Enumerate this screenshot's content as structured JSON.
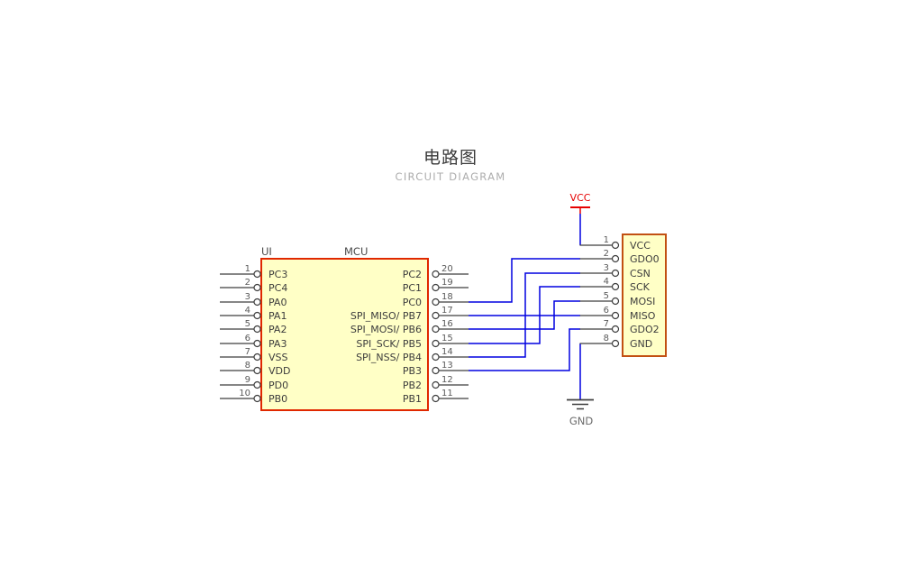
{
  "title": {
    "zh": "电路图",
    "en": "CIRCUIT DIAGRAM"
  },
  "power": {
    "vcc": "VCC",
    "gnd": "GND"
  },
  "mcu": {
    "designator": "UI",
    "name": "MCU",
    "left_pins": [
      {
        "number": "1",
        "label": "PC3"
      },
      {
        "number": "2",
        "label": "PC4"
      },
      {
        "number": "3",
        "label": "PA0"
      },
      {
        "number": "4",
        "label": "PA1"
      },
      {
        "number": "5",
        "label": "PA2"
      },
      {
        "number": "6",
        "label": "PA3"
      },
      {
        "number": "7",
        "label": "VSS"
      },
      {
        "number": "8",
        "label": "VDD"
      },
      {
        "number": "9",
        "label": "PD0"
      },
      {
        "number": "10",
        "label": "PB0"
      }
    ],
    "right_pins": [
      {
        "number": "20",
        "label": "PC2"
      },
      {
        "number": "19",
        "label": "PC1"
      },
      {
        "number": "18",
        "label": "PC0"
      },
      {
        "number": "17",
        "label": "SPI_MISO/ PB7"
      },
      {
        "number": "16",
        "label": "SPI_MOSI/ PB6"
      },
      {
        "number": "15",
        "label": "SPI_SCK/ PB5"
      },
      {
        "number": "14",
        "label": "SPI_NSS/ PB4"
      },
      {
        "number": "13",
        "label": "PB3"
      },
      {
        "number": "12",
        "label": "PB2"
      },
      {
        "number": "11",
        "label": "PB1"
      }
    ]
  },
  "rf_module": {
    "pins": [
      {
        "number": "1",
        "label": "VCC"
      },
      {
        "number": "2",
        "label": "GDO0"
      },
      {
        "number": "3",
        "label": "CSN"
      },
      {
        "number": "4",
        "label": "SCK"
      },
      {
        "number": "5",
        "label": "MOSI"
      },
      {
        "number": "6",
        "label": "MISO"
      },
      {
        "number": "7",
        "label": "GDO2"
      },
      {
        "number": "8",
        "label": "GND"
      }
    ]
  },
  "connections": [
    {
      "from": "MCU 18 PC0",
      "to": "module 2 GDO0"
    },
    {
      "from": "MCU 17 SPI_MISO/ PB7",
      "to": "module 6 MISO"
    },
    {
      "from": "MCU 16 SPI_MOSI/ PB6",
      "to": "module 5 MOSI"
    },
    {
      "from": "MCU 15 SPI_SCK/ PB5",
      "to": "module 4 SCK"
    },
    {
      "from": "MCU 14 SPI_NSS/ PB4",
      "to": "module 3 CSN"
    },
    {
      "from": "MCU 13 PB3",
      "to": "module 7 GDO2"
    },
    {
      "from": "module 1 VCC",
      "to": "VCC power rail"
    },
    {
      "from": "module 8 GND",
      "to": "GND ground"
    }
  ],
  "colors": {
    "component_fill": "#ffffc6",
    "mcu_border": "#e02800",
    "module_border": "#c25012",
    "wire": "#0000e0",
    "pin": "#3d3d3d",
    "vcc": "#e60000",
    "text": "#3d3d3d",
    "subtitle": "#adadad"
  }
}
